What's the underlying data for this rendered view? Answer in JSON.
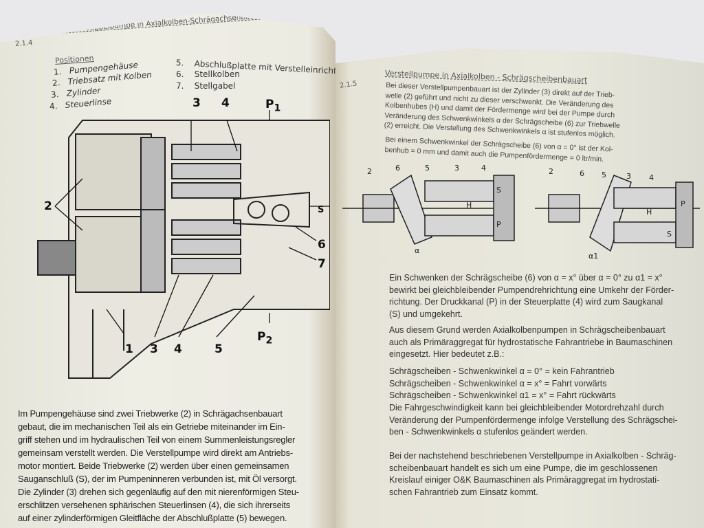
{
  "left_page": {
    "section_number": "2.1.4",
    "heading": "Verstelldoppelpumpe in Axialkolben-Schrägachsenbauart ohne Schrägscheiben gehäuse",
    "positions_heading": "Positionen",
    "positions": [
      {
        "num": "1.",
        "label": "Pumpengehäuse"
      },
      {
        "num": "2.",
        "label": "Triebsatz mit Kolben"
      },
      {
        "num": "3.",
        "label": "Zylinder"
      },
      {
        "num": "4.",
        "label": "Steuerlinse"
      },
      {
        "num": "5.",
        "label": "Abschlußplatte mit Verstelleinrichtung"
      },
      {
        "num": "6.",
        "label": "Stellkolben"
      },
      {
        "num": "7.",
        "label": "Stellgabel"
      }
    ],
    "diagram_labels": {
      "top_3": "3",
      "top_4": "4",
      "p1": "P",
      "p1_sub": "1",
      "left_2": "2",
      "s": "S",
      "right_6": "6",
      "right_7": "7",
      "bottom_1": "1",
      "bottom_3": "3",
      "bottom_4": "4",
      "bottom_5": "5",
      "p2": "P",
      "p2_sub": "2"
    },
    "body_lines": [
      "Im Pumpengehäuse sind zwei Triebwerke (2) in Schrägachsenbauart",
      "gebaut, die im mechanischen Teil als ein Getriebe miteinander im Ein-",
      "griff stehen und im hydraulischen Teil von einem Summenleistungsregler",
      "gemeinsam verstellt werden. Die Verstellpumpe wird direkt am Antriebs-",
      "motor montiert. Beide Triebwerke (2) werden über einen gemeinsamen",
      "Sauganschluß (S), der im Pumpeninneren verbunden ist, mit Öl versorgt.",
      "Die Zylinder (3) drehen sich gegenläufig auf den mit nierenförmigen Steu-",
      "erschlitzen versehenen sphärischen Steuerlinsen (4), die sich ihrerseits",
      "auf einer zylinderförmigen Gleitfläche der Abschlußplatte (5) bewegen."
    ]
  },
  "right_page": {
    "section_number": "2.1.5",
    "heading": "Verstellpumpe in Axialkolben - Schrägscheibenbauart",
    "para1": [
      "Bei dieser Verstellpumpenbauart ist der Zylinder (3) direkt auf der Trieb-",
      "welle (2) geführt und nicht zu dieser verschwenkt. Die Veränderung des",
      "Kolbenhubes (H) und damit der Fördermenge wird bei der Pumpe durch",
      "Veränderung des Schwenkwinkels α der Schrägscheibe (6) zur Triebwelle",
      "(2) erreicht. Die Verstellung des Schwenkwinkels α ist stufenlos möglich."
    ],
    "para2": [
      "Bei einem Schwenkwinkel der Schrägscheibe (6) von α = 0° ist der Kol-",
      "benhub = 0 mm und damit auch die Pumpenfördermenge = 0 ltr/min."
    ],
    "diagram_left_labels": {
      "n2": "2",
      "n6": "6",
      "n5": "5",
      "n3": "3",
      "n4": "4",
      "s": "S",
      "p": "P",
      "h": "H",
      "alpha": "α"
    },
    "diagram_right_labels": {
      "n2": "2",
      "n6": "6",
      "n5": "5",
      "n3": "3",
      "n4": "4",
      "s": "S",
      "p": "P",
      "h": "H",
      "alpha1": "α1"
    },
    "para3": [
      "Ein Schwenken der Schrägscheibe (6) von α = x° über α = 0° zu α1 = x°",
      "bewirkt bei gleichbleibender Pumpendrehrichtung eine Umkehr der Förder-",
      "richtung. Der Druckkanal (P) in der Steuerplatte (4) wird zum Saugkanal",
      "(S) und umgekehrt."
    ],
    "para4": [
      "Aus diesem Grund werden Axialkolbenpumpen in Schrägscheibenbauart",
      "auch als Primäraggregat für hydrostatische Fahrantriebe in Baumaschinen",
      "eingesetzt. Hier bedeutet z.B.:"
    ],
    "table": [
      "Schrägscheiben - Schwenkwinkel α = 0° = kein Fahrantrieb",
      "Schrägscheiben - Schwenkwinkel α = x° = Fahrt vorwärts",
      "Schrägscheiben - Schwenkwinkel α1 = x° = Fahrt rückwärts"
    ],
    "para5": [
      "Die Fahrgeschwindigkeit kann bei gleichbleibender Motordrehzahl durch",
      "Veränderung der Pumpenfördermenge infolge Verstellung des Schrägschei-",
      "ben - Schwenkwinkels α stufenlos geändert werden."
    ],
    "para6": [
      "Bei der nachstehend beschriebenen Verstellpumpe in Axialkolben - Schräg-",
      "scheibenbauart handelt es sich um eine Pumpe, die im geschlossenen",
      "Kreislauf einiger O&K Baumaschinen als Primäraggregat im hydrostati-",
      "schen Fahrantrieb zum Einsatz kommt."
    ]
  }
}
